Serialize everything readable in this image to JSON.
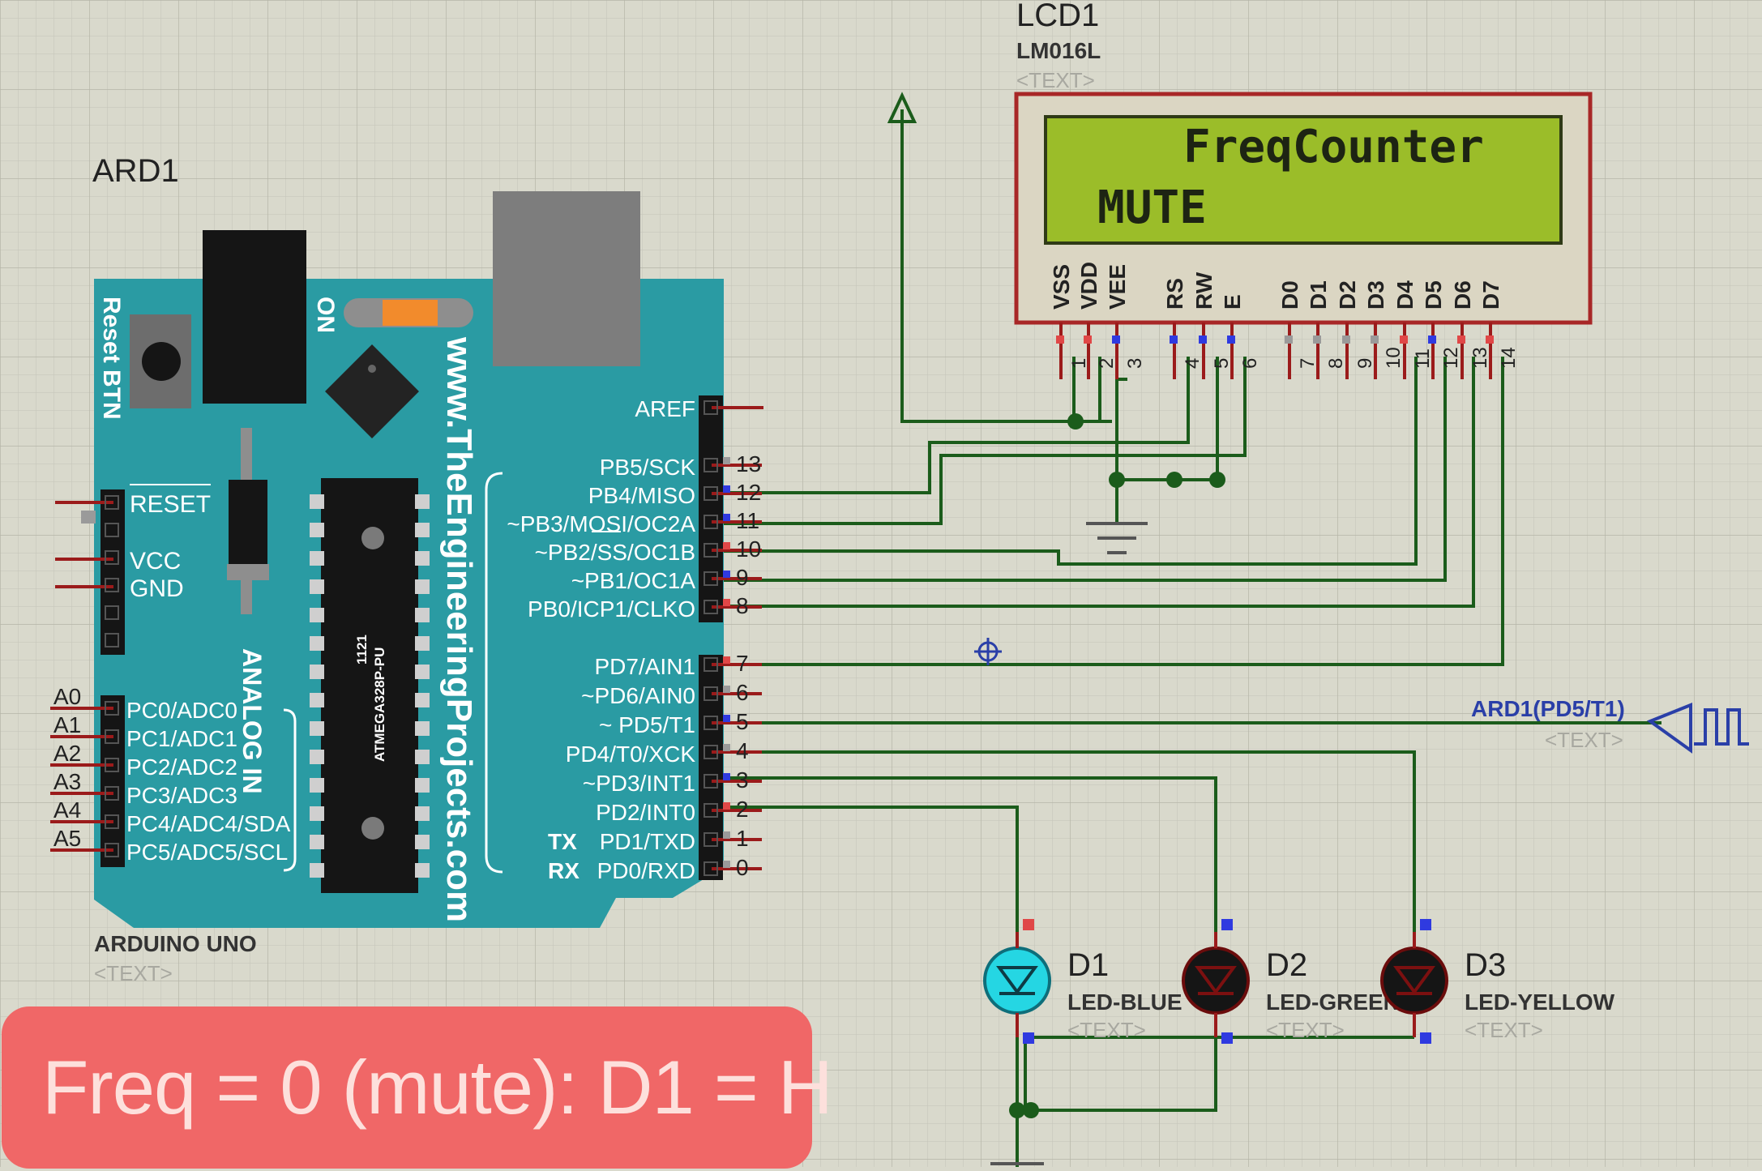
{
  "colors": {
    "canvas": "#d9d9cc",
    "grid": "#bfbfb2",
    "board": "#2a9ba3",
    "wire": "#1b5c1b",
    "pin": "#9b1b1b",
    "lcd_frame": "#a82727",
    "lcd_screen": "#9bbd29",
    "overlay": "#f06767"
  },
  "arduino": {
    "ref": "ARD1",
    "model": "ARDUINO UNO",
    "text_placeholder": "<TEXT>",
    "reset_label": "Reset BTN",
    "on_label": "ON",
    "website": "www.TheEngineeringProjects.com",
    "analog_in": "ANALOG IN",
    "chip_label": "ATMEGA328P-PU",
    "chip_code": "1121",
    "power_pins": [
      "RESET",
      "VCC",
      "GND"
    ],
    "analog_pins": [
      {
        "a": "A0",
        "name": "PC0/ADC0"
      },
      {
        "a": "A1",
        "name": "PC1/ADC1"
      },
      {
        "a": "A2",
        "name": "PC2/ADC2"
      },
      {
        "a": "A3",
        "name": "PC3/ADC3"
      },
      {
        "a": "A4",
        "name": "PC4/ADC4/SDA"
      },
      {
        "a": "A5",
        "name": "PC5/ADC5/SCL"
      }
    ],
    "aref": "AREF",
    "digital_high": [
      {
        "num": "13",
        "name": "PB5/SCK"
      },
      {
        "num": "12",
        "name": "PB4/MISO"
      },
      {
        "num": "11",
        "name": "~PB3/MOSI/OC2A"
      },
      {
        "num": "10",
        "name": "~PB2/SS/OC1B"
      },
      {
        "num": "9",
        "name": "~PB1/OC1A"
      },
      {
        "num": "8",
        "name": "PB0/ICP1/CLKO"
      }
    ],
    "digital_low": [
      {
        "num": "7",
        "name": "PD7/AIN1"
      },
      {
        "num": "6",
        "name": "~PD6/AIN0"
      },
      {
        "num": "5",
        "name": "~ PD5/T1"
      },
      {
        "num": "4",
        "name": "PD4/T0/XCK"
      },
      {
        "num": "3",
        "name": "~PD3/INT1"
      },
      {
        "num": "2",
        "name": "PD2/INT0"
      },
      {
        "num": "1",
        "name": "PD1/TXD",
        "prefix": "TX"
      },
      {
        "num": "0",
        "name": "PD0/RXD",
        "prefix": "RX"
      }
    ]
  },
  "lcd": {
    "ref": "LCD1",
    "model": "LM016L",
    "text_placeholder": "<TEXT>",
    "line1": "FreqCounter",
    "line2": "MUTE",
    "pin_names": [
      "VSS",
      "VDD",
      "VEE",
      "RS",
      "RW",
      "E",
      "D0",
      "D1",
      "D2",
      "D3",
      "D4",
      "D5",
      "D6",
      "D7"
    ],
    "pin_numbers": [
      "1",
      "2",
      "3",
      "4",
      "5",
      "6",
      "7",
      "8",
      "9",
      "10",
      "11",
      "12",
      "13",
      "14"
    ]
  },
  "generator": {
    "label": "ARD1(PD5/T1)",
    "text_placeholder": "<TEXT>"
  },
  "leds": [
    {
      "ref": "D1",
      "type": "LED-BLUE",
      "text": "<TEXT>",
      "state": "on"
    },
    {
      "ref": "D2",
      "type": "LED-GREEN",
      "text": "<TEXT>",
      "state": "off"
    },
    {
      "ref": "D3",
      "type": "LED-YELLOW",
      "text": "<TEXT>",
      "state": "off"
    }
  ],
  "overlay_caption": "Freq = 0 (mute): D1 = H"
}
